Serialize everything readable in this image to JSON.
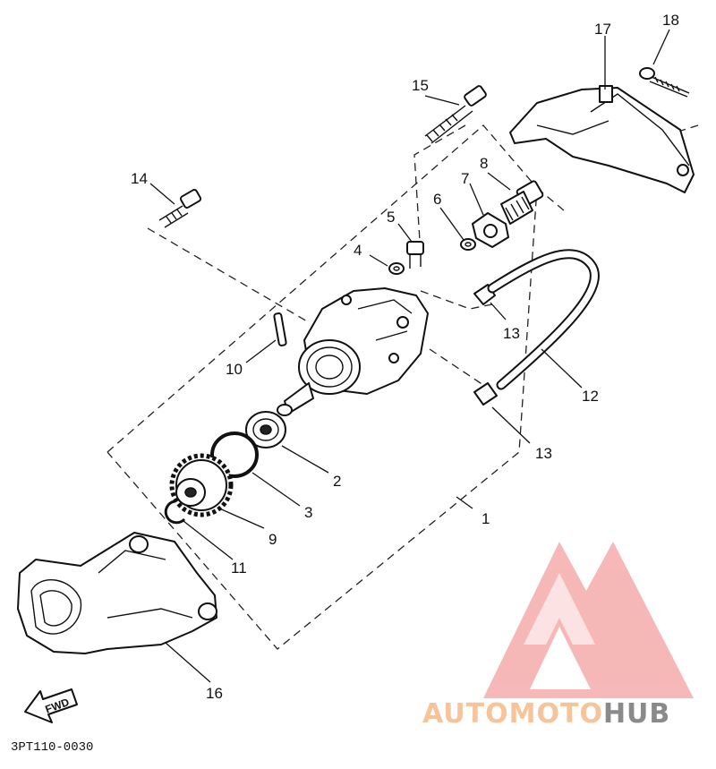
{
  "diagram": {
    "callouts": [
      {
        "id": "c1",
        "label": "1"
      },
      {
        "id": "c2",
        "label": "2"
      },
      {
        "id": "c3",
        "label": "3"
      },
      {
        "id": "c4",
        "label": "4"
      },
      {
        "id": "c5",
        "label": "5"
      },
      {
        "id": "c6",
        "label": "6"
      },
      {
        "id": "c7",
        "label": "7"
      },
      {
        "id": "c8",
        "label": "8"
      },
      {
        "id": "c9",
        "label": "9"
      },
      {
        "id": "c10",
        "label": "10"
      },
      {
        "id": "c11",
        "label": "11"
      },
      {
        "id": "c12",
        "label": "12"
      },
      {
        "id": "c13a",
        "label": "13"
      },
      {
        "id": "c13b",
        "label": "13"
      },
      {
        "id": "c14",
        "label": "14"
      },
      {
        "id": "c15",
        "label": "15"
      },
      {
        "id": "c16",
        "label": "16"
      },
      {
        "id": "c17",
        "label": "17"
      },
      {
        "id": "c18",
        "label": "18"
      }
    ],
    "fwd_label": "FWD",
    "drawing_code": "3PT110-0030"
  },
  "watermark": {
    "text_part1": "AUTOMOTO",
    "text_part2": "HUB",
    "color_part1": "#f7c49a",
    "color_part2": "#8a8a8a",
    "logo_color": "#f4a0a0"
  }
}
